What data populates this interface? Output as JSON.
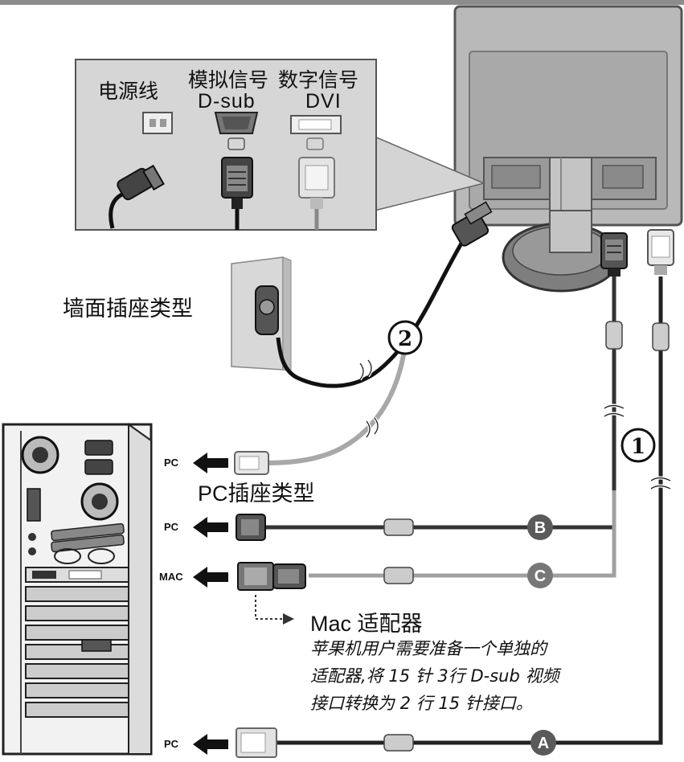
{
  "panel": {
    "power_label": "电源线",
    "analog_label": "模拟信号",
    "analog_type": "D-sub",
    "digital_label": "数字信号",
    "digital_type": "DVI"
  },
  "labels": {
    "wall_outlet": "墙面插座类型",
    "pc_outlet": "PC插座类型",
    "mac_adapter": "Mac 适配器"
  },
  "note_lines": [
    "苹果机用户需要准备一个单独的",
    "适配器,将  15 针  3行  D-sub 视频",
    "接口转换为  2 行  15 针接口。"
  ],
  "markers": {
    "one": "1",
    "two": "2",
    "a": "A",
    "b": "B",
    "c": "C"
  },
  "arrows": {
    "pc_power": "PC",
    "pc_b": "PC",
    "mac": "MAC",
    "pc_a": "PC"
  }
}
